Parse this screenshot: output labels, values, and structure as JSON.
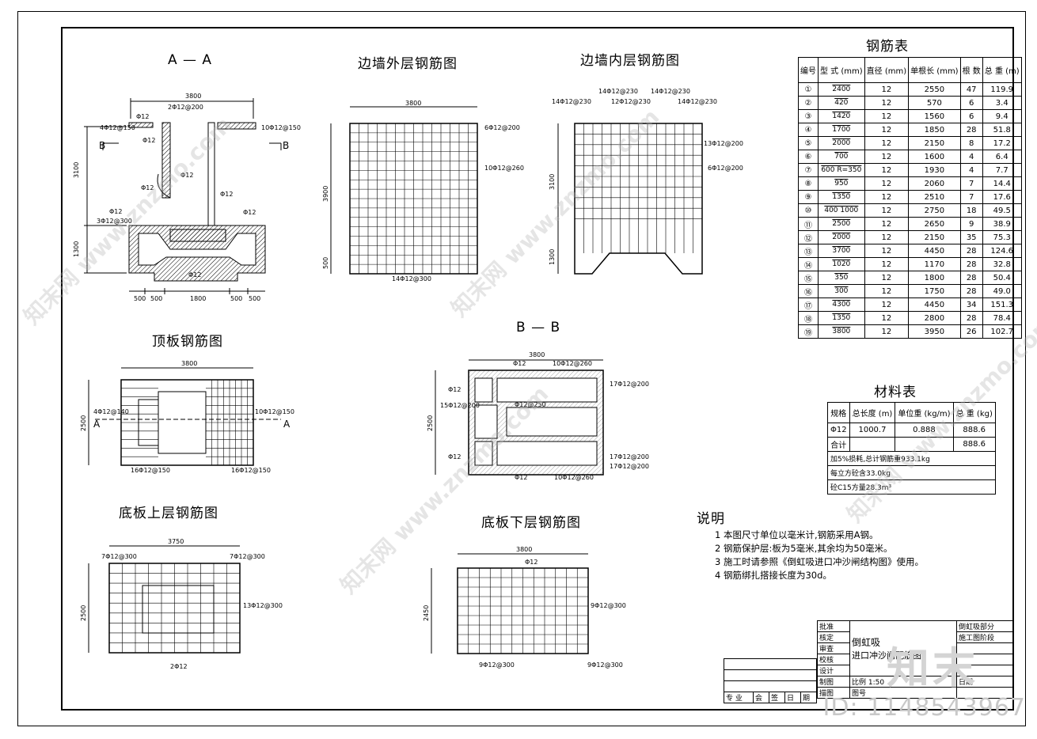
{
  "titles": {
    "aa": "A — A",
    "outer_wall": "边墙外层钢筋图",
    "inner_wall": "边墙内层钢筋图",
    "rebar_table": "钢筋表",
    "top_slab": "顶板钢筋图",
    "bb": "B — B",
    "material_table": "材料表",
    "bottom_upper": "底板上层钢筋图",
    "bottom_lower": "底板下层钢筋图",
    "notes": "说明"
  },
  "dims": {
    "aa_width": "3800",
    "aa_h1": "3100",
    "aa_h2": "1300",
    "aa_b1": "500",
    "aa_b2": "500",
    "aa_b3": "1800",
    "aa_b4": "500",
    "aa_b5": "500",
    "outer_width": "3800",
    "outer_h1": "3900",
    "outer_h2": "500",
    "inner_h1": "3100",
    "inner_h2": "1300",
    "top_width": "3800",
    "top_h": "2500",
    "bb_width": "3800",
    "bb_h": "2500",
    "bu_width": "3750",
    "bu_h": "2500",
    "bl_width": "3800",
    "bl_h": "2450"
  },
  "labels": {
    "aa_top": "2Φ12@200",
    "aa_l1": "Φ12",
    "aa_l2": "4Φ12@150",
    "aa_r1": "10Φ12@150",
    "aa_b": "B",
    "aa_l3": "Φ12",
    "aa_l4": "Φ12",
    "aa_l5": "Φ12",
    "aa_l6": "3Φ12@300",
    "aa_m1": "Φ12",
    "aa_m2": "Φ12",
    "aa_m3": "Φ12",
    "aa_m4": "Φ12",
    "ow_r1": "6Φ12@200",
    "ow_r2": "10Φ12@260",
    "ow_b": "14Φ12@300",
    "iw_t1": "14Φ12@230",
    "iw_t2": "14Φ12@230",
    "iw_t3": "12Φ12@230",
    "iw_t4": "14Φ12@230",
    "iw_t5": "14Φ12@230",
    "iw_r1": "13Φ12@200",
    "iw_r2": "6Φ12@200",
    "ts_l": "4Φ12@140",
    "ts_r": "10Φ12@150",
    "ts_b1": "16Φ12@150",
    "ts_b2": "16Φ12@150",
    "ts_a": "A",
    "bb_t1": "Φ12",
    "bb_t2": "10Φ12@260",
    "bb_r1": "17Φ12@200",
    "bb_r2": "17Φ12@200",
    "bb_r3": "17Φ12@200",
    "bb_l1": "15Φ12@200",
    "bb_m1": "Φ12@250",
    "bb_b1": "Φ12",
    "bb_b2": "10Φ12@260",
    "bb_l2": "Φ12",
    "bb_l3": "Φ12",
    "bu_t1": "7Φ12@300",
    "bu_t2": "7Φ12@300",
    "bu_r": "13Φ12@300",
    "bu_b": "2Φ12",
    "bl_t": "Φ12",
    "bl_r": "9Φ12@300",
    "bl_b1": "9Φ12@300",
    "bl_b2": "9Φ12@300"
  },
  "rebar_table": {
    "headers": [
      "编号",
      "型    式\n(mm)",
      "直径\n(mm)",
      "单根长\n(mm)",
      "根 数",
      "总 重\n(m)"
    ],
    "rows": [
      {
        "no": "①",
        "shape": "2400",
        "d": "12",
        "len": "2550",
        "n": "47",
        "w": "119.9"
      },
      {
        "no": "②",
        "shape": "420",
        "d": "12",
        "len": "570",
        "n": "6",
        "w": "3.4"
      },
      {
        "no": "③",
        "shape": "1420",
        "d": "12",
        "len": "1560",
        "n": "6",
        "w": "9.4"
      },
      {
        "no": "④",
        "shape": "1700",
        "d": "12",
        "len": "1850",
        "n": "28",
        "w": "51.8"
      },
      {
        "no": "⑤",
        "shape": "2000",
        "d": "12",
        "len": "2150",
        "n": "8",
        "w": "17.2"
      },
      {
        "no": "⑥",
        "shape": "700",
        "d": "12",
        "len": "1600",
        "n": "4",
        "w": "6.4"
      },
      {
        "no": "⑦",
        "shape": "600 R=350",
        "d": "12",
        "len": "1930",
        "n": "4",
        "w": "7.7"
      },
      {
        "no": "⑧",
        "shape": "950",
        "d": "12",
        "len": "2060",
        "n": "7",
        "w": "14.4"
      },
      {
        "no": "⑨",
        "shape": "1350",
        "d": "12",
        "len": "2510",
        "n": "7",
        "w": "17.6"
      },
      {
        "no": "⑩",
        "shape": "400 1000",
        "d": "12",
        "len": "2750",
        "n": "18",
        "w": "49.5"
      },
      {
        "no": "⑪",
        "shape": "2500",
        "d": "12",
        "len": "2650",
        "n": "9",
        "w": "38.9"
      },
      {
        "no": "⑫",
        "shape": "2000",
        "d": "12",
        "len": "2150",
        "n": "35",
        "w": "75.3"
      },
      {
        "no": "⑬",
        "shape": "3700",
        "d": "12",
        "len": "4450",
        "n": "28",
        "w": "124.6"
      },
      {
        "no": "⑭",
        "shape": "1020",
        "d": "12",
        "len": "1170",
        "n": "28",
        "w": "32.8"
      },
      {
        "no": "⑮",
        "shape": "350",
        "d": "12",
        "len": "1800",
        "n": "28",
        "w": "50.4"
      },
      {
        "no": "⑯",
        "shape": "300",
        "d": "12",
        "len": "1750",
        "n": "28",
        "w": "49.0"
      },
      {
        "no": "⑰",
        "shape": "4300",
        "d": "12",
        "len": "4450",
        "n": "34",
        "w": "151.3"
      },
      {
        "no": "⑱",
        "shape": "1350",
        "d": "12",
        "len": "2800",
        "n": "28",
        "w": "78.4"
      },
      {
        "no": "⑲",
        "shape": "3800",
        "d": "12",
        "len": "3950",
        "n": "26",
        "w": "102.7"
      }
    ]
  },
  "material_table": {
    "h1": "规格",
    "h2": "总长度\n(m)",
    "h3": "单位重\n(kg/m)",
    "h4": "总 重\n(kg)",
    "r1": [
      "Φ12",
      "1000.7",
      "0.888",
      "888.6"
    ],
    "r2": [
      "合计",
      "",
      "",
      "888.6"
    ],
    "n1": "加5%损耗,总计钢筋重933.1kg",
    "n2": "每立方砼含33.0kg",
    "n3": "砼C15方量28.3m³"
  },
  "notes": [
    "1 本图尺寸单位以毫米计,钢筋采用A钢。",
    "2 钢筋保护层:板为5毫米,其余均为50毫米。",
    "3 施工时请参照《倒虹吸进口冲沙闸结构图》使用。",
    "4 钢筋绑扎搭接长度为30d。"
  ],
  "title_block": {
    "rows": [
      "批准",
      "核定",
      "审查",
      "校核",
      "设计",
      "制图",
      "描图"
    ],
    "name1": "倒虹吸",
    "name2": "进口冲沙闸配筋图",
    "proj1": "倒虹吸部分",
    "proj2": "施工图阶段",
    "scale_label": "比例",
    "scale": "1:50",
    "date_label": "日期",
    "no_label": "图号",
    "sign": [
      "专 业",
      "会",
      "签",
      "日",
      "期"
    ]
  },
  "watermark": {
    "text": "知末网 www.znzmo.com",
    "id": "ID: 1148543967",
    "logo": "知末"
  }
}
